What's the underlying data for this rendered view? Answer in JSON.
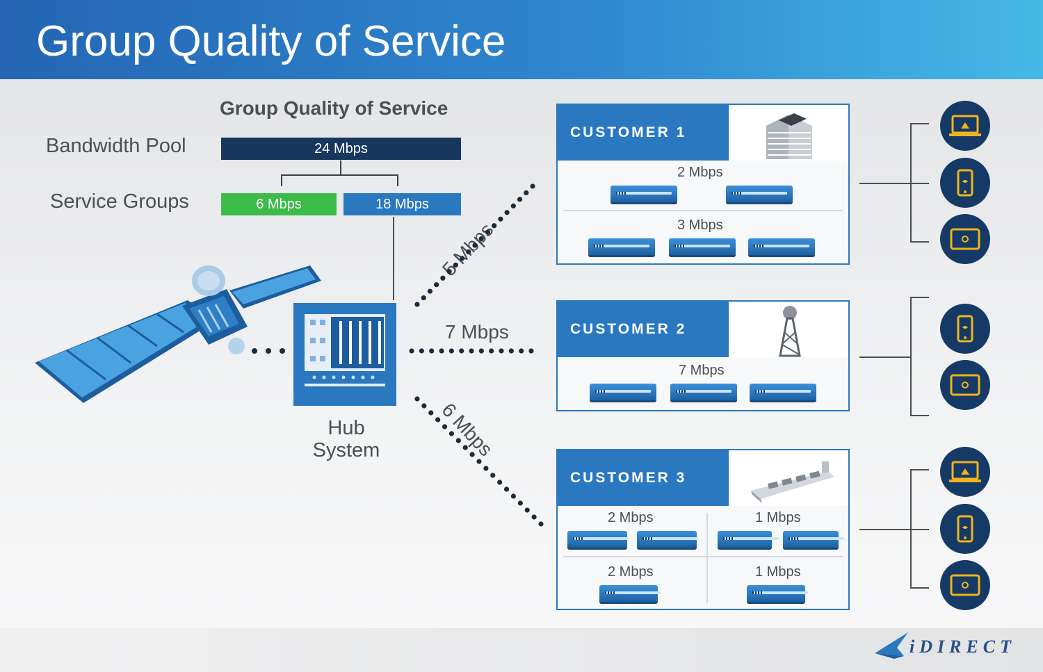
{
  "header": {
    "title": "Group Quality of Service"
  },
  "pool": {
    "title": "Group Quality of Service",
    "bandwidth_label": "Bandwidth Pool",
    "bandwidth_value": "24 Mbps",
    "groups_label": "Service Groups",
    "group_a": "6 Mbps",
    "group_b": "18 Mbps"
  },
  "hub": {
    "line1": "Hub",
    "line2": "System"
  },
  "links": {
    "top": "5 Mbps",
    "middle": "7 Mbps",
    "bottom": "6 Mbps"
  },
  "customers": [
    {
      "name": "CUSTOMER 1",
      "rows": [
        "2 Mbps",
        "3 Mbps"
      ]
    },
    {
      "name": "CUSTOMER 2",
      "rows": [
        "7 Mbps"
      ]
    },
    {
      "name": "CUSTOMER 3",
      "rows": [
        "2 Mbps",
        "1 Mbps",
        "2 Mbps",
        "1 Mbps"
      ]
    }
  ],
  "footer": {
    "brand": "iDIRECT"
  },
  "colors": {
    "header_blue": "#2a78c0",
    "pool_bar": "#17375e",
    "group_green": "#3dbb4a",
    "group_blue": "#2a78c0",
    "device_navy": "#163a66",
    "device_gold": "#f2b41c"
  },
  "icons": [
    "satellite-icon",
    "hub-rack-icon",
    "office-building-icon",
    "cell-tower-icon",
    "cargo-ship-icon",
    "laptop-icon",
    "phone-icon",
    "tablet-icon",
    "idirect-logo-icon"
  ]
}
